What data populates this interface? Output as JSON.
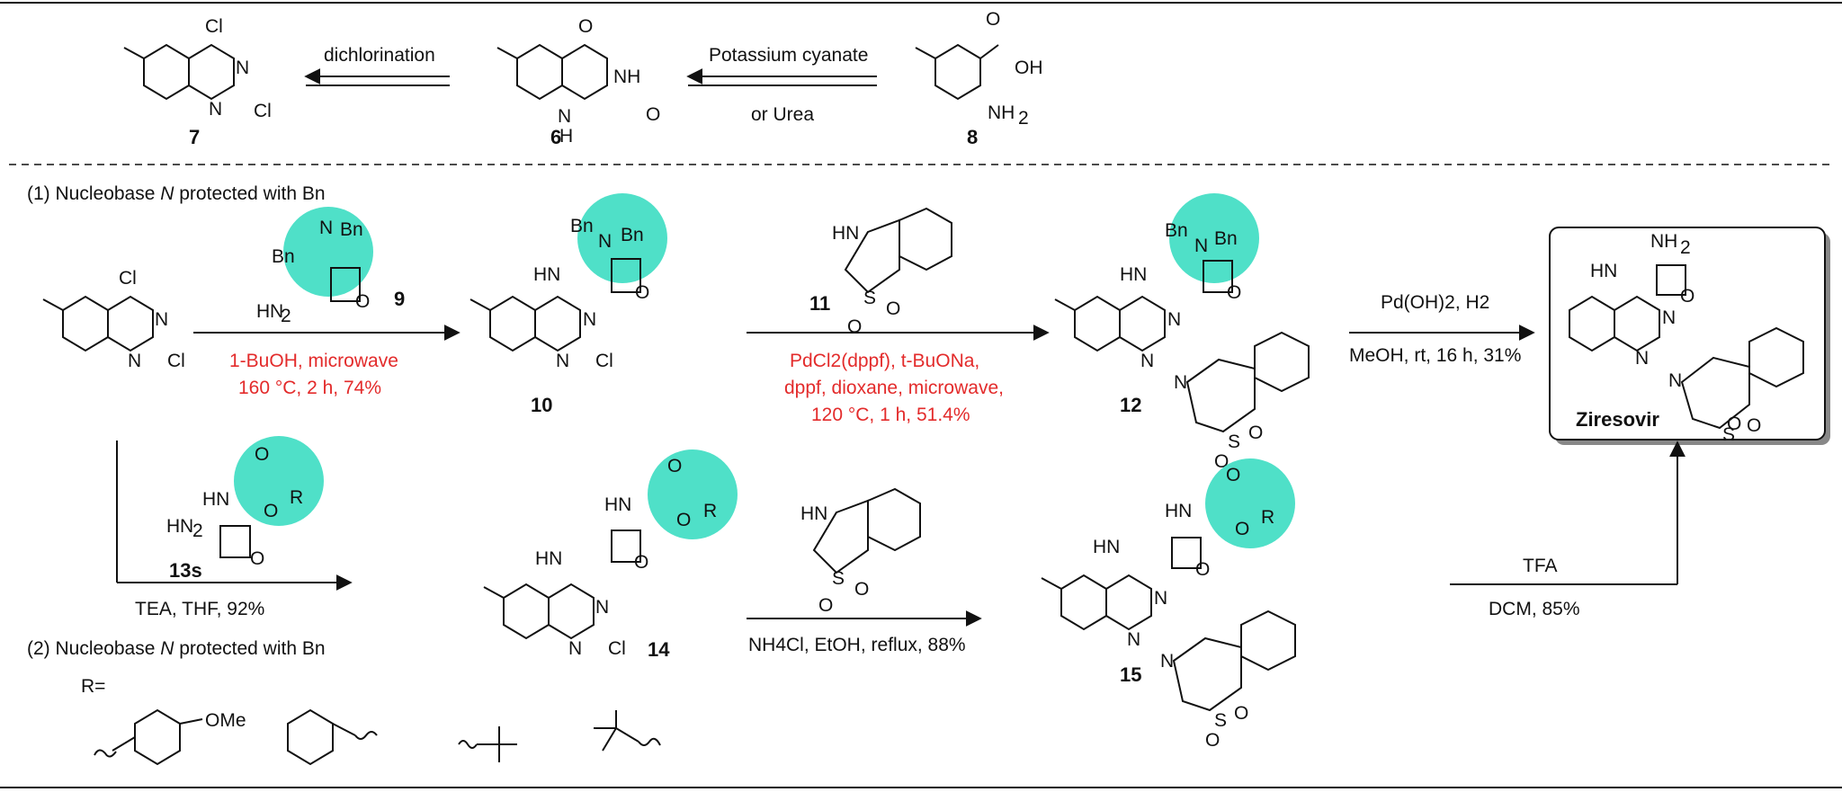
{
  "top_scheme": {
    "compound_7": "7",
    "compound_6": "6",
    "compound_8": "8",
    "step_7": "dichlorination",
    "step_6_top": "Potassium cyanate",
    "step_6_bottom": "or Urea"
  },
  "route1": {
    "heading_prefix": "(1) Nucleobase ",
    "heading_italic": "N",
    "heading_suffix": " protected with Bn",
    "reagent_9": "9",
    "cond_9_line1": "1-BuOH, microwave",
    "cond_9_line2": "160 °C, 2 h, 74%",
    "compound_10": "10",
    "reagent_11": "11",
    "cond_11_line1": "PdCl2(dppf), t-BuONa,",
    "cond_11_line2": "dppf, dioxane, microwave,",
    "cond_11_line3": "120 °C, 1 h, 51.4%",
    "compound_12": "12",
    "cond_12_top": "Pd(OH)2, H2",
    "cond_12_bottom": "MeOH, rt, 16 h, 31%",
    "product": "Ziresovir"
  },
  "route2": {
    "reagent_13s": "13s",
    "cond_13s": "TEA, THF, 92%",
    "heading_prefix": "(2) Nucleobase ",
    "heading_italic": "N",
    "heading_suffix": " protected with Bn",
    "compound_14": "14",
    "cond_14": "NH4Cl, EtOH, reflux, 88%",
    "compound_15": "15",
    "cond_15_top": "TFA",
    "cond_15_bottom": "DCM, 85%",
    "r_label": "R=",
    "r_substituent_ome": "OMe"
  },
  "colors": {
    "accent_ball": "#4fe0c8",
    "highlight_text": "#e32b2b",
    "line": "#111111"
  }
}
